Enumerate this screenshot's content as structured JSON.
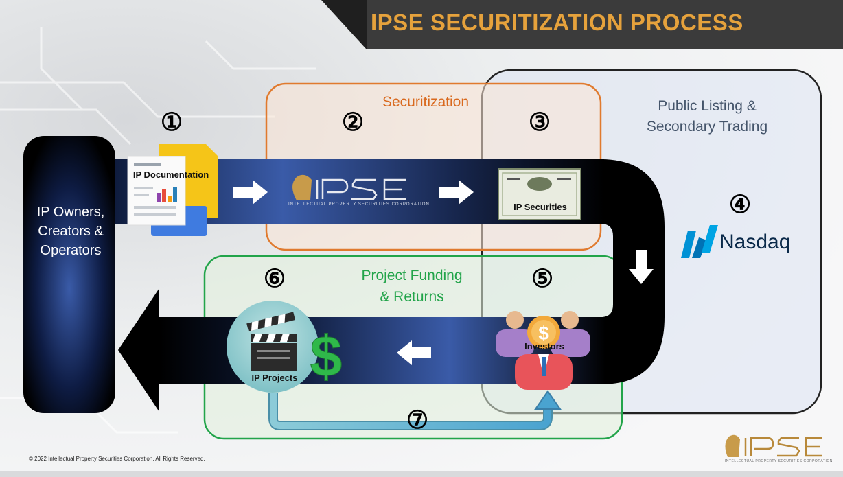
{
  "title": "IPSE SECURITIZATION PROCESS",
  "colors": {
    "title_text": "#e6a23c",
    "title_bar": "#3b3b3b",
    "securitization": "#e07a2e",
    "project_funding": "#22a44a",
    "public_listing": "#44546a",
    "band_dark": "#000000",
    "band_blue": "#3a5ba8",
    "nasdaq_blue": "#0091d5"
  },
  "regions": {
    "securitization": "Securitization",
    "public_listing": "Public Listing & Secondary Trading",
    "public_listing_line1": "Public Listing &",
    "public_listing_line2": "Secondary Trading",
    "project_funding_line1": "Project Funding",
    "project_funding_line2": "& Returns"
  },
  "owners": "IP Owners, Creators & Operators",
  "nodes": {
    "ip_documentation": "IP Documentation",
    "ip_securities": "IP Securities",
    "investors": "Investors",
    "ip_projects": "IP Projects",
    "nasdaq": "Nasdaq",
    "ipse_tagline": "INTELLECTUAL PROPERTY SECURITIES CORPORATION"
  },
  "steps": [
    "①",
    "②",
    "③",
    "④",
    "⑤",
    "⑥",
    "⑦"
  ],
  "icons": [
    "document-icon",
    "bar-chart-icon",
    "ipse-logo",
    "certificate-icon",
    "nasdaq-logo",
    "investors-icon",
    "dollar-coin-icon",
    "clapperboard-icon",
    "dollar-sign-icon",
    "arrow-right-icon",
    "arrow-down-icon",
    "arrow-left-icon"
  ],
  "copyright": "© 2022 Intellectual Property Securities Corporation. All Rights Reserved."
}
